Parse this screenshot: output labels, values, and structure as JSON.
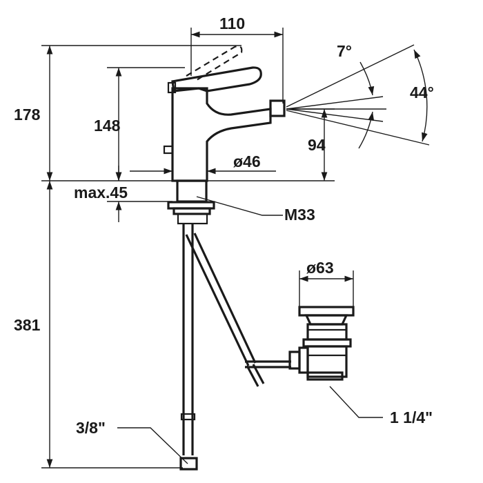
{
  "drawing": {
    "dimensions": {
      "width_top": "110",
      "angle_small": "7°",
      "angle_large": "44°",
      "height_total": "178",
      "height_lever": "148",
      "height_spout": "94",
      "body_diameter": "ø46",
      "max_deck": "max.45",
      "thread": "M33",
      "below_deck": "381",
      "waste_diameter": "ø63",
      "supply_connection": "3/8\"",
      "waste_connection": "1 1/4\""
    }
  }
}
